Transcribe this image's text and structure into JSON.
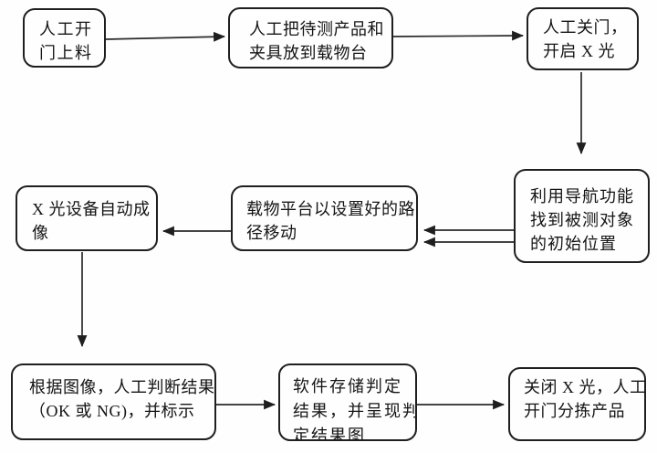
{
  "page": {
    "background_color": "#fefefe",
    "line_color": "#2a2a2a",
    "text_color": "#141414"
  },
  "flowchart": {
    "steps": [
      {
        "name": "open-door-load",
        "text": "人工开门上料",
        "lines": [
          "人工开",
          "门上料"
        ]
      },
      {
        "name": "place-product-on-stage",
        "text": "人工把待测产品和夹具放到载物台",
        "lines": [
          "人工把待测产品和",
          "夹具放到载物台"
        ]
      },
      {
        "name": "close-door-xray-on",
        "text": "人工关门，开启 X 光",
        "lines": [
          "人工关门，",
          "开启 X 光"
        ]
      },
      {
        "name": "xray-auto-imaging",
        "text": "X 光设备自动成像",
        "lines": [
          "X 光设备自动成",
          "像"
        ]
      },
      {
        "name": "stage-move-preset-path",
        "text": "载物平台以设置好的路径移动",
        "lines": [
          "载物平台以设置好的路",
          "径移动"
        ]
      },
      {
        "name": "navigate-to-initial-position",
        "text": "利用导航功能找到被测对象的初始位置",
        "lines": [
          "利用导航功能",
          "找到被测对象",
          "的初始位置"
        ]
      },
      {
        "name": "manual-judgement",
        "text": "根据图像，人工判断结果（OK 或 NG)，并标示",
        "lines": [
          "根据图像，人工判断结果",
          "（OK 或 NG)，并标示"
        ]
      },
      {
        "name": "software-store-result",
        "text": "软件存储判定结果，并呈现判定结果图",
        "lines": [
          "软件存储判定",
          "结果，并呈现判",
          "定结果图"
        ]
      },
      {
        "name": "xray-off-sort-product",
        "text": "关闭 X 光，人工开门分拣产品",
        "lines": [
          "关闭 X 光，人工",
          "开门分拣产品"
        ]
      }
    ],
    "connections": [
      {
        "from": "open-door-load",
        "to": "place-product-on-stage",
        "arrows": 1,
        "direction": "right"
      },
      {
        "from": "place-product-on-stage",
        "to": "close-door-xray-on",
        "arrows": 1,
        "direction": "right"
      },
      {
        "from": "close-door-xray-on",
        "to": "navigate-to-initial-position",
        "arrows": 1,
        "direction": "down"
      },
      {
        "from": "navigate-to-initial-position",
        "to": "stage-move-preset-path",
        "arrows": 2,
        "direction": "left"
      },
      {
        "from": "stage-move-preset-path",
        "to": "xray-auto-imaging",
        "arrows": 1,
        "direction": "left"
      },
      {
        "from": "xray-auto-imaging",
        "to": "manual-judgement",
        "arrows": 1,
        "direction": "down"
      },
      {
        "from": "manual-judgement",
        "to": "software-store-result",
        "arrows": 1,
        "direction": "right"
      },
      {
        "from": "software-store-result",
        "to": "xray-off-sort-product",
        "arrows": 1,
        "direction": "right"
      }
    ]
  }
}
